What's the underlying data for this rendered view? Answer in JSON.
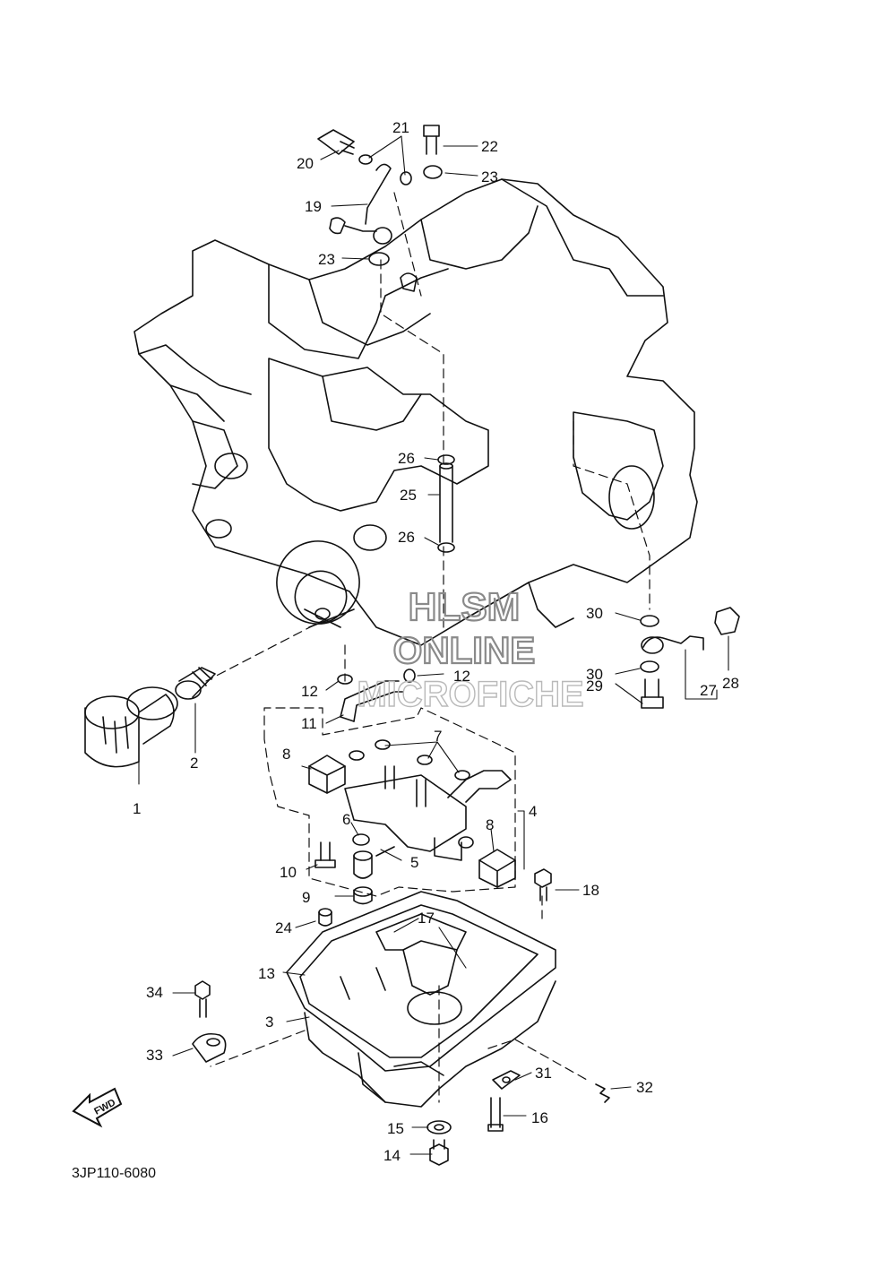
{
  "diagram": {
    "drawing_code": "3JP110-6080",
    "direction_arrow_label": "FWD",
    "watermark": {
      "line1": "HLSM",
      "line2": "ONLINE",
      "line3": "MICROFICHE"
    }
  },
  "callouts": [
    {
      "id": "c1",
      "label": "1"
    },
    {
      "id": "c2",
      "label": "2"
    },
    {
      "id": "c3",
      "label": "3"
    },
    {
      "id": "c4",
      "label": "4"
    },
    {
      "id": "c5",
      "label": "5"
    },
    {
      "id": "c6",
      "label": "6"
    },
    {
      "id": "c7",
      "label": "7"
    },
    {
      "id": "c8a",
      "label": "8"
    },
    {
      "id": "c8b",
      "label": "8"
    },
    {
      "id": "c9",
      "label": "9"
    },
    {
      "id": "c10",
      "label": "10"
    },
    {
      "id": "c11",
      "label": "11"
    },
    {
      "id": "c12a",
      "label": "12"
    },
    {
      "id": "c12b",
      "label": "12"
    },
    {
      "id": "c13",
      "label": "13"
    },
    {
      "id": "c14",
      "label": "14"
    },
    {
      "id": "c15",
      "label": "15"
    },
    {
      "id": "c16",
      "label": "16"
    },
    {
      "id": "c17",
      "label": "17"
    },
    {
      "id": "c18",
      "label": "18"
    },
    {
      "id": "c19",
      "label": "19"
    },
    {
      "id": "c20",
      "label": "20"
    },
    {
      "id": "c21",
      "label": "21"
    },
    {
      "id": "c22",
      "label": "22"
    },
    {
      "id": "c23a",
      "label": "23"
    },
    {
      "id": "c23b",
      "label": "23"
    },
    {
      "id": "c24",
      "label": "24"
    },
    {
      "id": "c25",
      "label": "25"
    },
    {
      "id": "c26a",
      "label": "26"
    },
    {
      "id": "c26b",
      "label": "26"
    },
    {
      "id": "c27",
      "label": "27"
    },
    {
      "id": "c28",
      "label": "28"
    },
    {
      "id": "c29",
      "label": "29"
    },
    {
      "id": "c30a",
      "label": "30"
    },
    {
      "id": "c30b",
      "label": "30"
    },
    {
      "id": "c31",
      "label": "31"
    },
    {
      "id": "c32",
      "label": "32"
    },
    {
      "id": "c33",
      "label": "33"
    },
    {
      "id": "c34",
      "label": "34"
    }
  ]
}
